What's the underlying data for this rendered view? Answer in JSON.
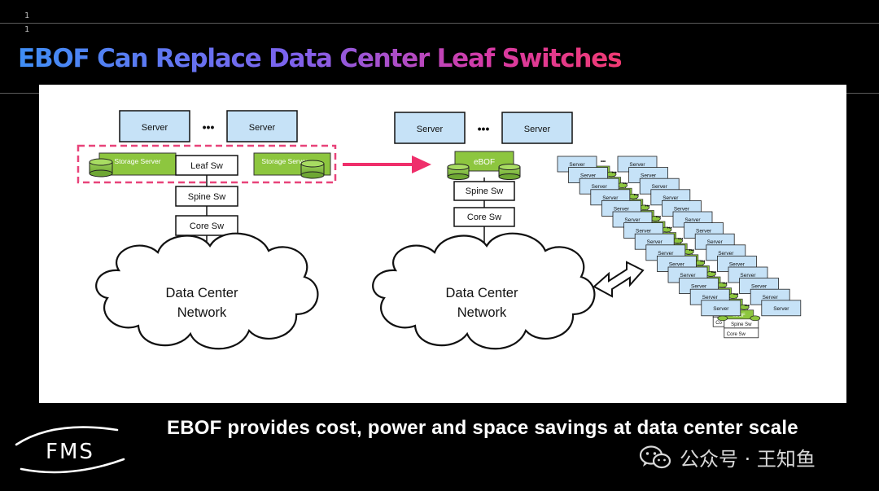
{
  "slide": {
    "number_top": "1",
    "number_bottom": "1"
  },
  "title": "EBOF Can Replace Data Center Leaf Switches",
  "diagram": {
    "left": {
      "server_label": "Server",
      "ellipsis": "•••",
      "storage_label": "Storage Server",
      "leaf": "Leaf Sw",
      "spine": "Spine Sw",
      "core": "Core Sw",
      "cloud_line1": "Data Center",
      "cloud_line2": "Network"
    },
    "right": {
      "server_label": "Server",
      "ellipsis": "•••",
      "ebof": "eBOF",
      "spine": "Spine Sw",
      "core": "Core Sw",
      "cloud_line1": "Data Center",
      "cloud_line2": "Network"
    },
    "stack": {
      "server": "Server",
      "cut": "Co",
      "ebof": "eBOF",
      "spine": "Spine Sw",
      "core": "Core Sw"
    },
    "colors": {
      "server_fill": "#c6e2f7",
      "green": "#8dc63f",
      "dashed": "#e8437a",
      "arrow": "#ef2f6b"
    }
  },
  "caption": "EBOF provides cost, power and space savings at data center scale",
  "logo_text": "FMS",
  "watermark": {
    "icon": "wechat-icon",
    "text": "公众号 · 王知鱼"
  }
}
